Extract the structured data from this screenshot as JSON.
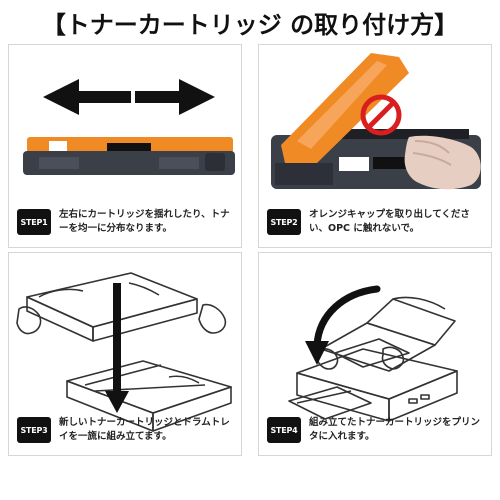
{
  "header": {
    "title": "【トナーカートリッジ の取り付け方】"
  },
  "steps": [
    {
      "badge": "STEP1",
      "text": "左右にカートリッジを揺れしたり、トナーを均一に分布なります。"
    },
    {
      "badge": "STEP2",
      "text": "オレンジキャップを取り出してください、OPC に触れないで。"
    },
    {
      "badge": "STEP3",
      "text": "新しいトナーカートリッジとドラムトレイを一旒に組み立てます。"
    },
    {
      "badge": "STEP4",
      "text": "組み立てたトナーカートリッジをプリンタに入れます。"
    }
  ],
  "colors": {
    "orange_cap": "#f08a24",
    "cartridge_body": "#3b3f48",
    "prohibit_red": "#d81e1e",
    "badge_bg": "#111111"
  }
}
